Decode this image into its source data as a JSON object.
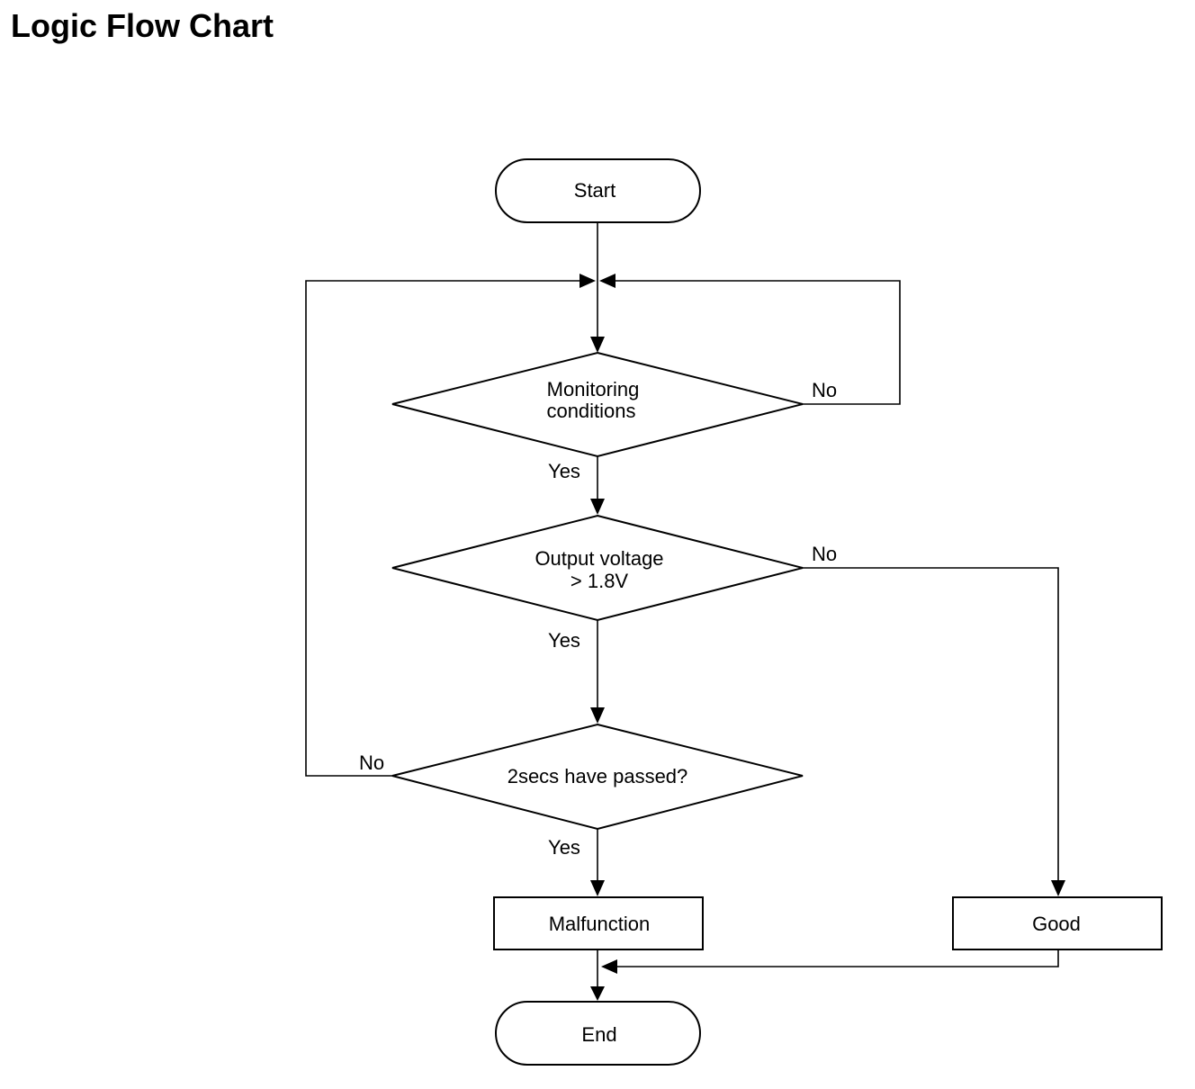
{
  "title": "Logic Flow Chart",
  "nodes": {
    "start": "Start",
    "monitoring_line1": "Monitoring",
    "monitoring_line2": "conditions",
    "voltage_line1": "Output voltage",
    "voltage_line2": "> 1.8V",
    "timer": "2secs have passed?",
    "malfunction": "Malfunction",
    "good": "Good",
    "end": "End"
  },
  "edges": {
    "monitoring_yes": "Yes",
    "monitoring_no": "No",
    "voltage_yes": "Yes",
    "voltage_no": "No",
    "timer_yes": "Yes",
    "timer_no": "No"
  }
}
